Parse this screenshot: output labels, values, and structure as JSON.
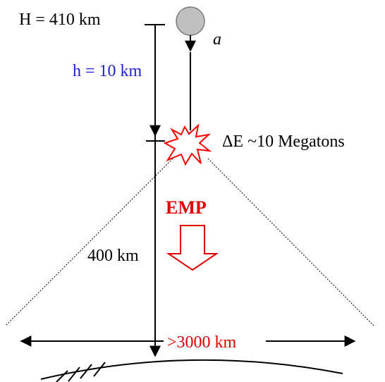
{
  "labels": {
    "total_height": "H = 410 km",
    "object_label": "a",
    "burst_height": "h = 10 km",
    "energy": "ΔE ~10 Megatons",
    "emp": "EMP",
    "lower_distance": "400 km",
    "ground_span": ">3000 km"
  },
  "colors": {
    "line": "#000000",
    "burst_height_text": "#1f1fd6",
    "emp_red": "#e00000",
    "object_fill": "#c0c0c0",
    "object_stroke": "#7a7a7a"
  },
  "icons": {
    "object": "sphere-icon",
    "explosion": "explosion-icon",
    "emp_arrow": "down-arrow-icon"
  }
}
